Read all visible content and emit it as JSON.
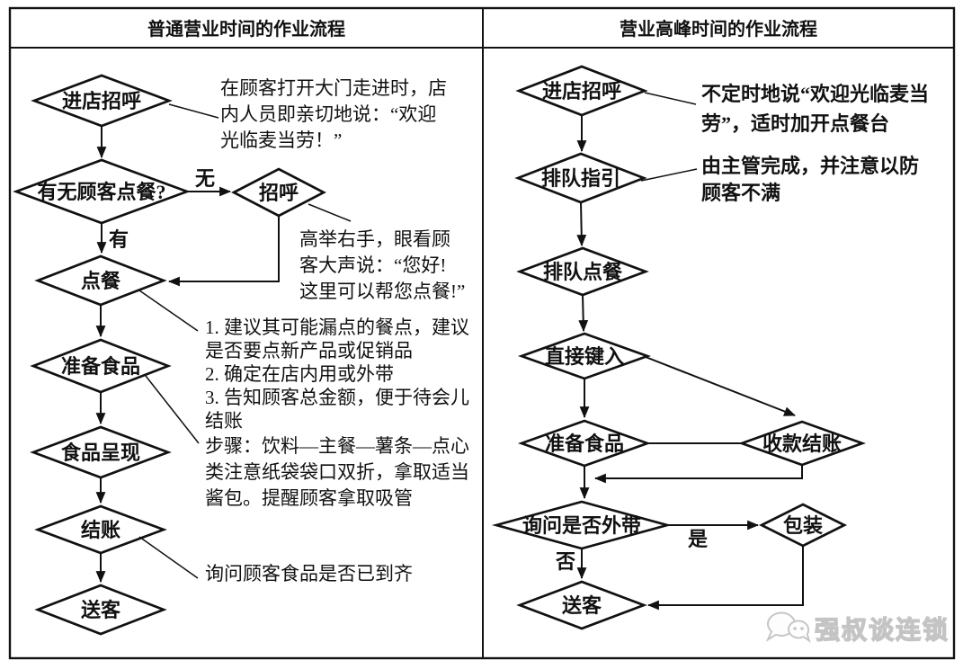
{
  "headers": {
    "left": "普通营业时间的作业流程",
    "right": "营业高峰时间的作业流程"
  },
  "left_flow": {
    "nodes": [
      {
        "label": "进店招呼"
      },
      {
        "label": "有无顾客点餐?"
      },
      {
        "label": "招呼"
      },
      {
        "label": "点餐"
      },
      {
        "label": "准备食品"
      },
      {
        "label": "食品呈现"
      },
      {
        "label": "结账"
      },
      {
        "label": "送客"
      }
    ],
    "edge_labels": {
      "no": "无",
      "yes": "有"
    },
    "annotations": [
      {
        "lines": [
          "在顾客打开大门走进时，店",
          "内人员即亲切地说：“欢迎",
          "光临麦当劳！”"
        ]
      },
      {
        "lines": [
          "高举右手，眼看顾",
          "客大声说：“您好!",
          "这里可以帮您点餐!”"
        ]
      },
      {
        "lines": [
          "1. 建议其可能漏点的餐点，建议",
          "是否要点新产品或促销品",
          "2. 确定在店内用或外带",
          "3. 告知顾客总金额，便于待会儿",
          "结账"
        ]
      },
      {
        "lines": [
          "步骤：饮料—主餐—薯条—点心",
          "类注意纸袋袋口双折，拿取适当",
          "酱包。提醒顾客拿取吸管"
        ]
      },
      {
        "lines": [
          "询问顾客食品是否已到齐"
        ]
      }
    ]
  },
  "right_flow": {
    "nodes": [
      {
        "label": "进店招呼"
      },
      {
        "label": "排队指引"
      },
      {
        "label": "排队点餐"
      },
      {
        "label": "直接键入"
      },
      {
        "label": "准备食品"
      },
      {
        "label": "收款结账"
      },
      {
        "label": "询问是否外带"
      },
      {
        "label": "包装"
      },
      {
        "label": "送客"
      }
    ],
    "edge_labels": {
      "yes": "是",
      "no": "否"
    },
    "annotations": [
      {
        "lines": [
          "不定时地说“欢迎光临麦当",
          "劳”，适时加开点餐台"
        ]
      },
      {
        "lines": [
          "由主管完成，并注意以防",
          "顾客不满"
        ]
      }
    ]
  },
  "watermark": {
    "text": "强叔谈连锁",
    "icon": "chat-bubbles-icon"
  }
}
